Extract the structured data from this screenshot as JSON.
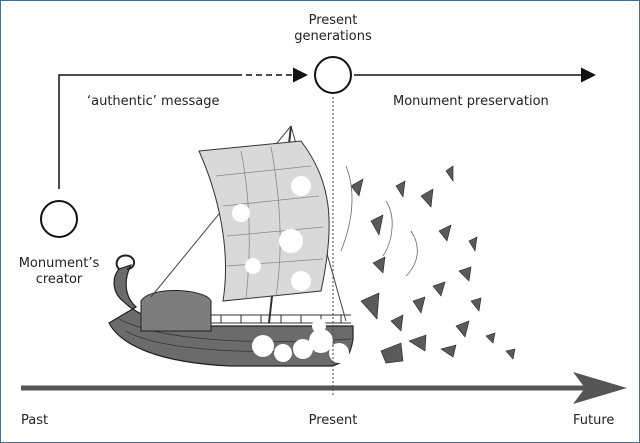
{
  "labels": {
    "present_generations_line1": "Present",
    "present_generations_line2": "generations",
    "authentic_message": "‘authentic’ message",
    "monument_preservation": "Monument preservation",
    "creator_line1": "Monument’s",
    "creator_line2": "creator",
    "timeline_past": "Past",
    "timeline_present": "Present",
    "timeline_future": "Future"
  },
  "illustration": {
    "subject": "ancient galley ship with sail, dissolving toward the future"
  },
  "colors": {
    "line": "#111111",
    "timeline": "#555555",
    "ship_hull": "#6b6b6b",
    "ship_sail": "#d9d9d9",
    "border": "#4a6f8a"
  }
}
